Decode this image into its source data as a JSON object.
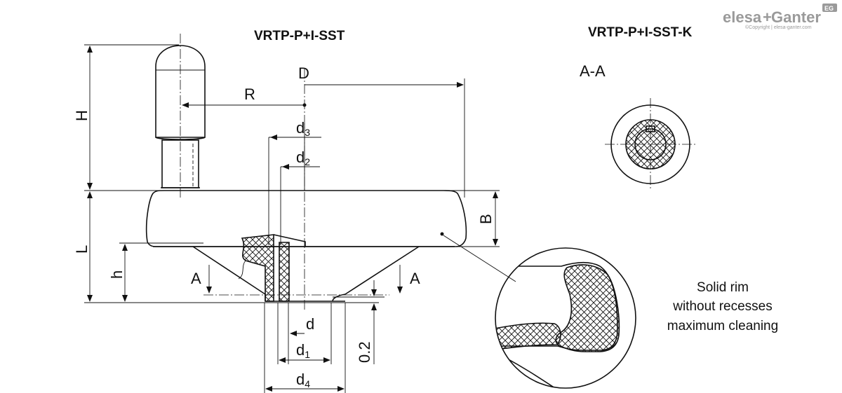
{
  "titles": {
    "left": "VRTP-P+I-SST",
    "right": "VRTP-P+I-SST-K"
  },
  "logo": {
    "brand_left": "elesa",
    "plus": "+",
    "brand_right": "Ganter",
    "badge": "EG",
    "copyright": "©Copyright | elesa-ganter.com"
  },
  "section": {
    "label": "A-A"
  },
  "dimensions": {
    "D": "D",
    "R": "R",
    "H": "H",
    "L": "L",
    "h": "h",
    "B": "B",
    "d": "d",
    "d1_base": "d",
    "d1_sub": "1",
    "d2_base": "d",
    "d2_sub": "2",
    "d3_base": "d",
    "d3_sub": "3",
    "d4_base": "d",
    "d4_sub": "4",
    "gap": "0.2",
    "cut_left": "A",
    "cut_right": "A"
  },
  "callout": {
    "lines": [
      "Solid rim",
      "without recesses",
      "maximum cleaning"
    ]
  }
}
